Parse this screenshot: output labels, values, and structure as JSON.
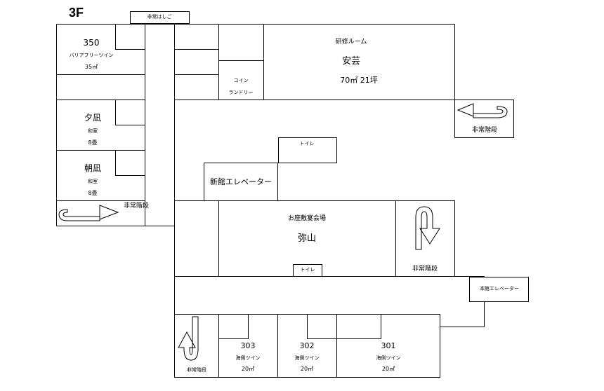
{
  "floor_label": "3F",
  "rooms": {
    "room_350": {
      "number": "350",
      "type": "バリアフリーツイン",
      "size": "35㎡"
    },
    "yuunagi": {
      "name": "夕凪",
      "type": "和室",
      "size": "8畳"
    },
    "asanagi": {
      "name": "朝凪",
      "type": "和室",
      "size": "8畳"
    },
    "aki": {
      "heading": "研修ルーム",
      "name": "安芸",
      "size": "70㎡ 21坪"
    },
    "coin_laundry": {
      "line1": "コイン",
      "line2": "ランドリー"
    },
    "new_elevator": "新館エレベーター",
    "toilet_top": "トイレ",
    "banquet": {
      "heading": "お座敷宴会場",
      "name": "弥山"
    },
    "toilet_bottom": "トイレ",
    "main_elevator": "本館エレベーター",
    "room_303": {
      "number": "303",
      "type": "海側ツイン",
      "size": "20㎡"
    },
    "room_302": {
      "number": "302",
      "type": "海側ツイン",
      "size": "20㎡"
    },
    "room_301": {
      "number": "301",
      "type": "海側ツイン",
      "size": "20㎡"
    }
  },
  "exits": {
    "escape_ladder": "非常はしご",
    "stairs_east": "非常階段",
    "stairs_west": "非常階段",
    "stairs_center": "非常階段",
    "stairs_south": "非常階段"
  },
  "icons": {
    "uturn": "u-turn-arrow-icon"
  }
}
